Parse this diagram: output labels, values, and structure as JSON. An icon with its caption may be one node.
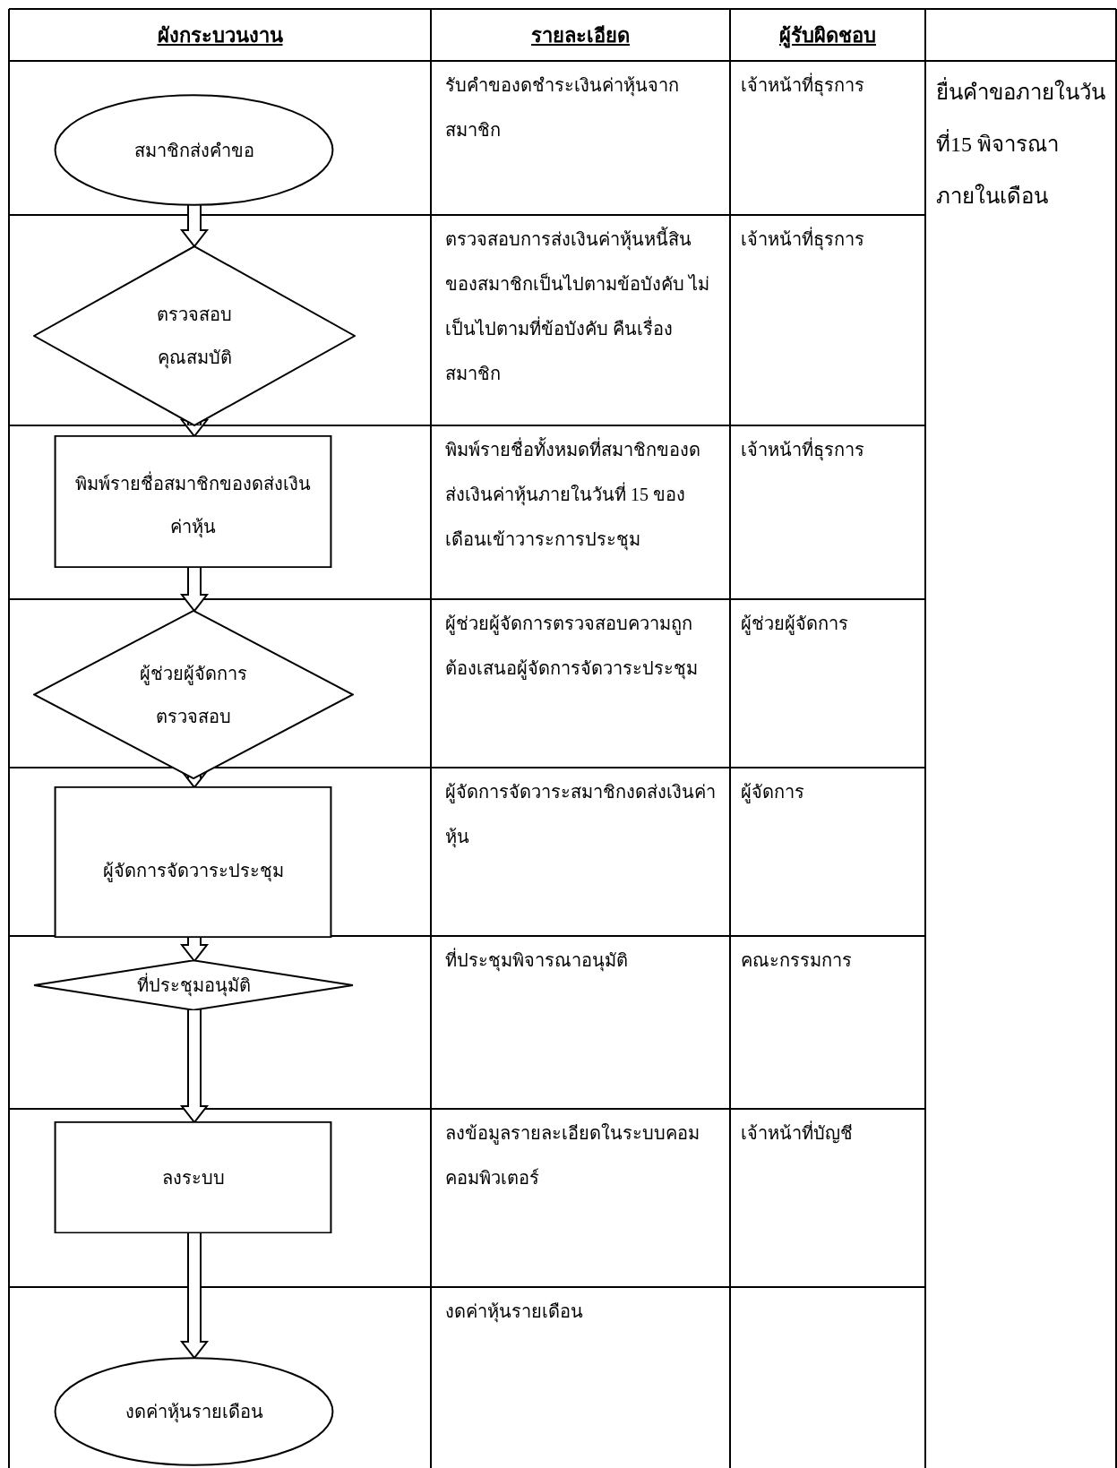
{
  "diagram": {
    "nodes": [
      {
        "text": [
          "สมาชิกส่งคำขอ"
        ]
      },
      {
        "text": [
          "ตรวจสอบคุณสมบัติ"
        ]
      },
      {
        "text": [
          "พิมพ์รายชื่อสมาชิกของดส่งเงินค่าหุ้น"
        ]
      },
      {
        "text": [
          "ผู้ช่วยผู้จัดการตรวจสอบ"
        ]
      },
      {
        "text": [
          "ผู้จัดการจัดวาระประชุม"
        ]
      },
      {
        "text": [
          "ที่ประชุมอนุมัติ"
        ]
      },
      {
        "text": [
          "ลงระบบ"
        ]
      },
      {
        "text": [
          "งดค่าหุ้นรายเดือน"
        ]
      }
    ],
    "edges": [
      {
        "from": 0,
        "to": 1,
        "arrow": "to"
      },
      {
        "from": 1,
        "to": 2,
        "arrow": "to"
      },
      {
        "from": 2,
        "to": 3,
        "arrow": "to"
      },
      {
        "from": 3,
        "to": 4,
        "arrow": "to"
      },
      {
        "from": 4,
        "to": 5,
        "arrow": "to"
      },
      {
        "from": 5,
        "to": 6,
        "arrow": "to"
      },
      {
        "from": 6,
        "to": 7,
        "arrow": "to"
      }
    ],
    "labels": [
      "ผังกระบวนงาน",
      "รายละเอียด",
      "ผู้รับผิดชอบ",
      "รับคำของดชำระเงินค่าหุ้นจากสมาชิก",
      "เจ้าหน้าที่ธุรการ",
      "ยื่นคำขอภายในวันที่15 พิจารณาภายในเดือน",
      "ตรวจสอบการส่งเงินค่าหุ้นหนี้สินของสมาชิกเป็นไปตามข้อบังคับ ไม่เป็นไปตามที่ข้อบังคับ คืนเรื่องสมาชิก",
      "เจ้าหน้าที่ธุรการ",
      "พิมพ์รายชื่อทั้งหมดที่สมาชิกของดส่งเงินค่าหุ้นภายในวันที่ 15 ของเดือนเข้าวาระการประชุม",
      "เจ้าหน้าที่ธุรการ",
      "ผู้ช่วยผู้จัดการตรวจสอบความถูกต้องเสนอผู้จัดการจัดวาระประชุม",
      "ผู้ช่วยผู้จัดการ",
      "ผู้จัดการจัดวาระสมาชิกงดส่งเงินค่าหุ้น",
      "ผู้จัดการ",
      "ที่ประชุมพิจารณาอนุมัติ",
      "คณะกรรมการ",
      "ลงข้อมูลรายละเอียดในระบบคอมคอมพิวเตอร์",
      "เจ้าหน้าที่บัญชี",
      "งดค่าหุ้นรายเดือน"
    ]
  }
}
